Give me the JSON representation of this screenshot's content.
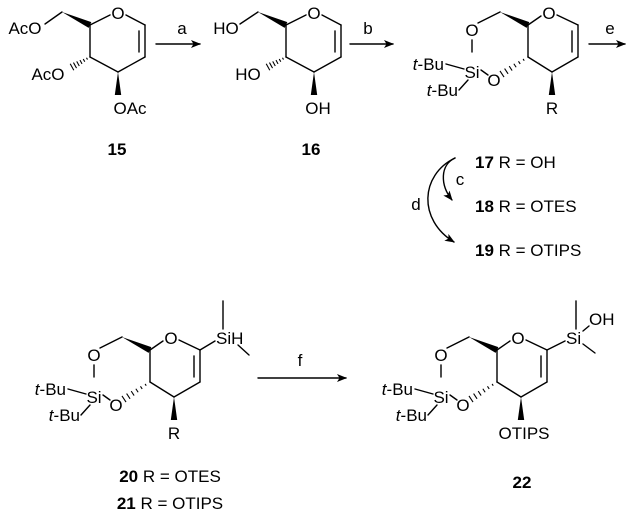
{
  "arrows": {
    "a": "a",
    "b": "b",
    "c": "c",
    "d": "d",
    "e": "e",
    "f": "f"
  },
  "compounds": {
    "c15": {
      "label": "15",
      "groups": {
        "top": "AcO",
        "mid": "AcO",
        "bottom": "OAc",
        "ring_o": "O"
      }
    },
    "c16": {
      "label": "16",
      "groups": {
        "top": "HO",
        "mid": "HO",
        "bottom": "OH",
        "ring_o": "O"
      }
    },
    "c17": {
      "groups": {
        "tbu1": "t",
        "tbu1b": "-Bu",
        "tbu2": "t",
        "tbu2b": "-Bu",
        "si": "Si",
        "o1": "O",
        "o2": "O",
        "ring_o": "O",
        "r": "R"
      }
    },
    "c20": {
      "groups": {
        "tbu1": "t",
        "tbu1b": "-Bu",
        "tbu2": "t",
        "tbu2b": "-Bu",
        "si": "Si",
        "o1": "O",
        "o2": "O",
        "ring_o": "O",
        "r": "R",
        "sih": "SiH"
      }
    },
    "c22": {
      "label": "22",
      "groups": {
        "tbu1": "t",
        "tbu1b": "-Bu",
        "tbu2": "t",
        "tbu2b": "-Bu",
        "si": "Si",
        "o1": "O",
        "o2": "O",
        "ring_o": "O",
        "r": "OTIPS",
        "si2": "Si",
        "oh": "OH"
      }
    }
  },
  "r_definitions": [
    {
      "num": "17",
      "text": " R = OH"
    },
    {
      "num": "18",
      "text": " R = OTES"
    },
    {
      "num": "19",
      "text": " R = OTIPS"
    },
    {
      "num": "20",
      "text": " R = OTES"
    },
    {
      "num": "21",
      "text": " R = OTIPS"
    }
  ]
}
